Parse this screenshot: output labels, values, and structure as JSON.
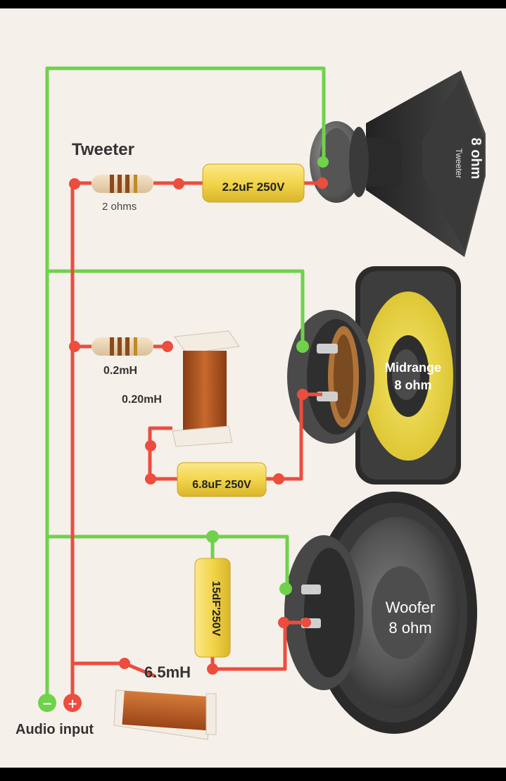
{
  "tweeter": {
    "title": "Tweeter",
    "resistor_label": "2 ohms",
    "capacitor_label": "2.2uF 250V",
    "speaker_rating": "8 ohm",
    "speaker_brand": "Tweeter"
  },
  "midrange": {
    "resistor_label": "0.2mH",
    "inductor_label": "0.20mH",
    "capacitor_label": "6.8uF 250V",
    "speaker_name": "Midrange",
    "speaker_rating": "8 ohm"
  },
  "woofer": {
    "capacitor_label": "15dF'250V",
    "inductor_label": "6.5mH",
    "speaker_name": "Woofer",
    "speaker_rating": "8 ohm"
  },
  "input": {
    "label": "Audio input",
    "negative_symbol": "−",
    "positive_symbol": "+"
  },
  "colors": {
    "background": "#f6f0ea",
    "negative_wire": "#6fd24a",
    "positive_wire": "#ec4d3e",
    "capacitor": "#f2d54b",
    "inductor": "#b85a24",
    "woofer_cone": "#595959",
    "midrange_cone": "#e9d43a"
  }
}
